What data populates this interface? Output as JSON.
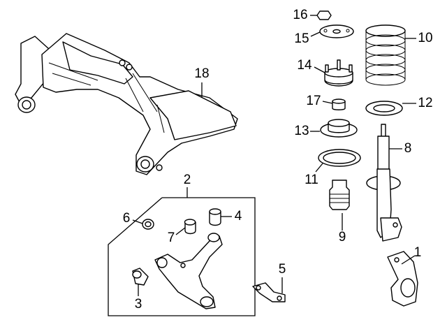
{
  "callouts": [
    {
      "id": "1",
      "label": "1"
    },
    {
      "id": "2",
      "label": "2"
    },
    {
      "id": "3",
      "label": "3"
    },
    {
      "id": "4",
      "label": "4"
    },
    {
      "id": "5",
      "label": "5"
    },
    {
      "id": "6",
      "label": "6"
    },
    {
      "id": "7",
      "label": "7"
    },
    {
      "id": "8",
      "label": "8"
    },
    {
      "id": "9",
      "label": "9"
    },
    {
      "id": "10",
      "label": "10"
    },
    {
      "id": "11",
      "label": "11"
    },
    {
      "id": "12",
      "label": "12"
    },
    {
      "id": "13",
      "label": "13"
    },
    {
      "id": "14",
      "label": "14"
    },
    {
      "id": "15",
      "label": "15"
    },
    {
      "id": "16",
      "label": "16"
    },
    {
      "id": "17",
      "label": "17"
    },
    {
      "id": "18",
      "label": "18"
    }
  ],
  "colors": {
    "line": "#000000",
    "background": "#ffffff"
  }
}
